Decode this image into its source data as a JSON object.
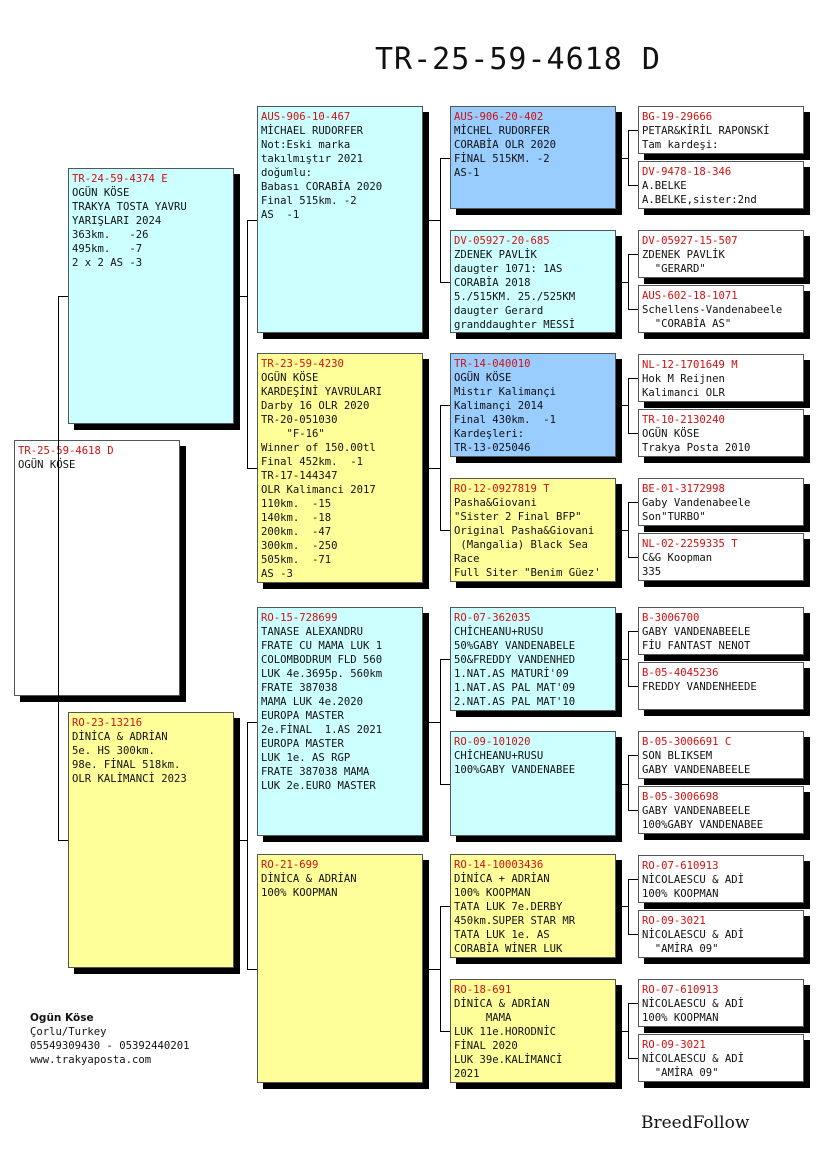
{
  "title": "TR-25-59-4618 D",
  "boxes": [
    {
      "id": "TR-25-59-4618 D",
      "lines": [
        "OGÜN KÖSE"
      ]
    },
    {
      "id": "TR-24-59-4374 E",
      "lines": [
        "OGÜN KÖSE",
        "TRAKYA TOSTA YAVRU",
        "YARIŞLARI 2024",
        "363km.   -26",
        "495km.   -7",
        "2 x 2 AS -3"
      ]
    },
    {
      "id": "RO-23-13216",
      "lines": [
        "DİNİCA & ADRİAN",
        "5e. HS 300km.",
        "98e. FİNAL 518km.",
        "OLR KALİMANCİ 2023"
      ]
    },
    {
      "id": "AUS-906-10-467",
      "lines": [
        "MİCHAEL RUDORFER",
        "Not:Eski marka",
        "takılmıştır 2021",
        "doğumlu:",
        "Babası CORABİA 2020",
        "Final 515km. -2",
        "AS  -1"
      ]
    },
    {
      "id": "TR-23-59-4230",
      "lines": [
        "OGÜN KÖSE",
        "KARDEŞİNİ YAVRULARI",
        "Darby 16 OLR 2020",
        "TR-20-051030",
        "    \"F-16\"",
        "Winner of 150.00tl",
        "Final 452km.  -1",
        "TR-17-144347",
        "OLR Kalimanci 2017",
        "110km.  -15",
        "140km.  -18",
        "200km.  -47",
        "300km.  -250",
        "505km.  -71",
        "AS -3"
      ]
    },
    {
      "id": "RO-15-728699",
      "lines": [
        "TANASE ALEXANDRU",
        "FRATE CU MAMA LUK 1",
        "COLOMBODRUM FLD 560",
        "LUK 4e.3695p. 560km",
        "FRATE 387038",
        "MAMA LUK 4e.2020",
        "EUROPA MASTER",
        "2e.FİNAL  1.AS 2021",
        "EUROPA MASTER",
        "LUK 1e. AS RGP",
        "FRATE 387038 MAMA",
        "LUK 2e.EURO MASTER"
      ]
    },
    {
      "id": "RO-21-699",
      "lines": [
        "DİNİCA & ADRİAN",
        "100% KOOPMAN"
      ]
    },
    {
      "id": "AUS-906-20-402",
      "lines": [
        "MİCHEL RUDORFER",
        "CORABİA OLR 2020",
        "FİNAL 515KM. -2",
        "AS-1"
      ]
    },
    {
      "id": "DV-05927-20-685",
      "lines": [
        "ZDENEK PAVLİK",
        "daugter 1071: 1AS",
        "CORABİA 2018",
        "5./515KM. 25./525KM",
        "daugter Gerard",
        "granddaughter MESSİ"
      ]
    },
    {
      "id": "TR-14-040010",
      "lines": [
        "OGÜN KÖSE",
        "Mistır Kalimançi",
        "Kalimançi 2014",
        "Final 430km.  -1",
        "Kardeşleri:",
        "TR-13-025046"
      ]
    },
    {
      "id": "RO-12-0927819 T",
      "lines": [
        "Pasha&Giovani",
        "\"Sister 2 Final BFP\"",
        "Original Pasha&Giovani",
        " (Mangalia) Black Sea",
        "Race",
        "Full Siter \"Benim Güez'"
      ]
    },
    {
      "id": "RO-07-362035",
      "lines": [
        "CHİCHEANU+RUSU",
        "50%GABY VANDENABELE",
        "50&FREDDY VANDENHED",
        "1.NAT.AS MATURİ'09",
        "1.NAT.AS PAL MAT'09",
        "2.NAT.AS PAL MAT'10"
      ]
    },
    {
      "id": "RO-09-101020",
      "lines": [
        "CHİCHEANU+RUSU",
        "100%GABY VANDENABEE"
      ]
    },
    {
      "id": "RO-14-10003436",
      "lines": [
        "DİNİCA + ADRİAN",
        "100% KOOPMAN",
        "TATA LUK 7e.DERBY",
        "450km.SUPER STAR MR",
        "TATA LUK 1e. AS",
        "CORABİA WİNER LUK"
      ]
    },
    {
      "id": "RO-18-691",
      "lines": [
        "DİNİCA & ADRİAN",
        "     MAMA",
        "LUK 11e.HORODNİC",
        "FİNAL 2020",
        "LUK 39e.KALİMANCİ",
        "2021"
      ]
    },
    {
      "id": "BG-19-29666",
      "lines": [
        "PETAR&KİRİL RAPONSKİ",
        "Tam kardeşi:"
      ]
    },
    {
      "id": "DV-9478-18-346",
      "lines": [
        "A.BELKE",
        "A.BELKE,sister:2nd"
      ]
    },
    {
      "id": "DV-05927-15-507",
      "lines": [
        "ZDENEK PAVLİK",
        "  \"GERARD\""
      ]
    },
    {
      "id": "AUS-602-18-1071",
      "lines": [
        "Schellens-Vandenabeele",
        "  \"CORABİA AS\""
      ]
    },
    {
      "id": "NL-12-1701649 M",
      "lines": [
        "Hok M Reijnen",
        "Kalimanci OLR"
      ]
    },
    {
      "id": "TR-10-2130240",
      "lines": [
        "OGÜN KÖSE",
        "Trakya Posta 2010"
      ]
    },
    {
      "id": "BE-01-3172998",
      "lines": [
        "Gaby Vandenabeele",
        "Son\"TURBO\""
      ]
    },
    {
      "id": "NL-02-2259335 T",
      "lines": [
        "C&G Koopman",
        "335"
      ]
    },
    {
      "id": "B-3006700",
      "lines": [
        "GABY VANDENABEELE",
        "FİU FANTAST NENOT"
      ]
    },
    {
      "id": "B-05-4045236",
      "lines": [
        "FREDDY VANDENHEEDE"
      ]
    },
    {
      "id": "B-05-3006691 C",
      "lines": [
        "SON BLIKSEM",
        "GABY VANDENABEELE"
      ]
    },
    {
      "id": "B-05-3006698",
      "lines": [
        "GABY VANDENABEELE",
        "100%GABY VANDENABEE"
      ]
    },
    {
      "id": "RO-07-610913",
      "lines": [
        "NİCOLAESCU & ADİ",
        "100% KOOPMAN"
      ]
    },
    {
      "id": "RO-09-3021",
      "lines": [
        "NİCOLAESCU & ADİ",
        "  \"AMİRA 09\""
      ]
    },
    {
      "id": "RO-07-610913",
      "lines": [
        "NİCOLAESCU & ADİ",
        "100% KOOPMAN"
      ]
    },
    {
      "id": "RO-09-3021",
      "lines": [
        "NİCOLAESCU & ADİ",
        "  \"AMİRA 09\""
      ]
    }
  ],
  "footer": {
    "name": "Ogün Köse",
    "location": "Çorlu/Turkey",
    "phones": "05549309430 - 05392440201",
    "website": "www.trakyaposta.com"
  },
  "brand": "BreedFollow"
}
